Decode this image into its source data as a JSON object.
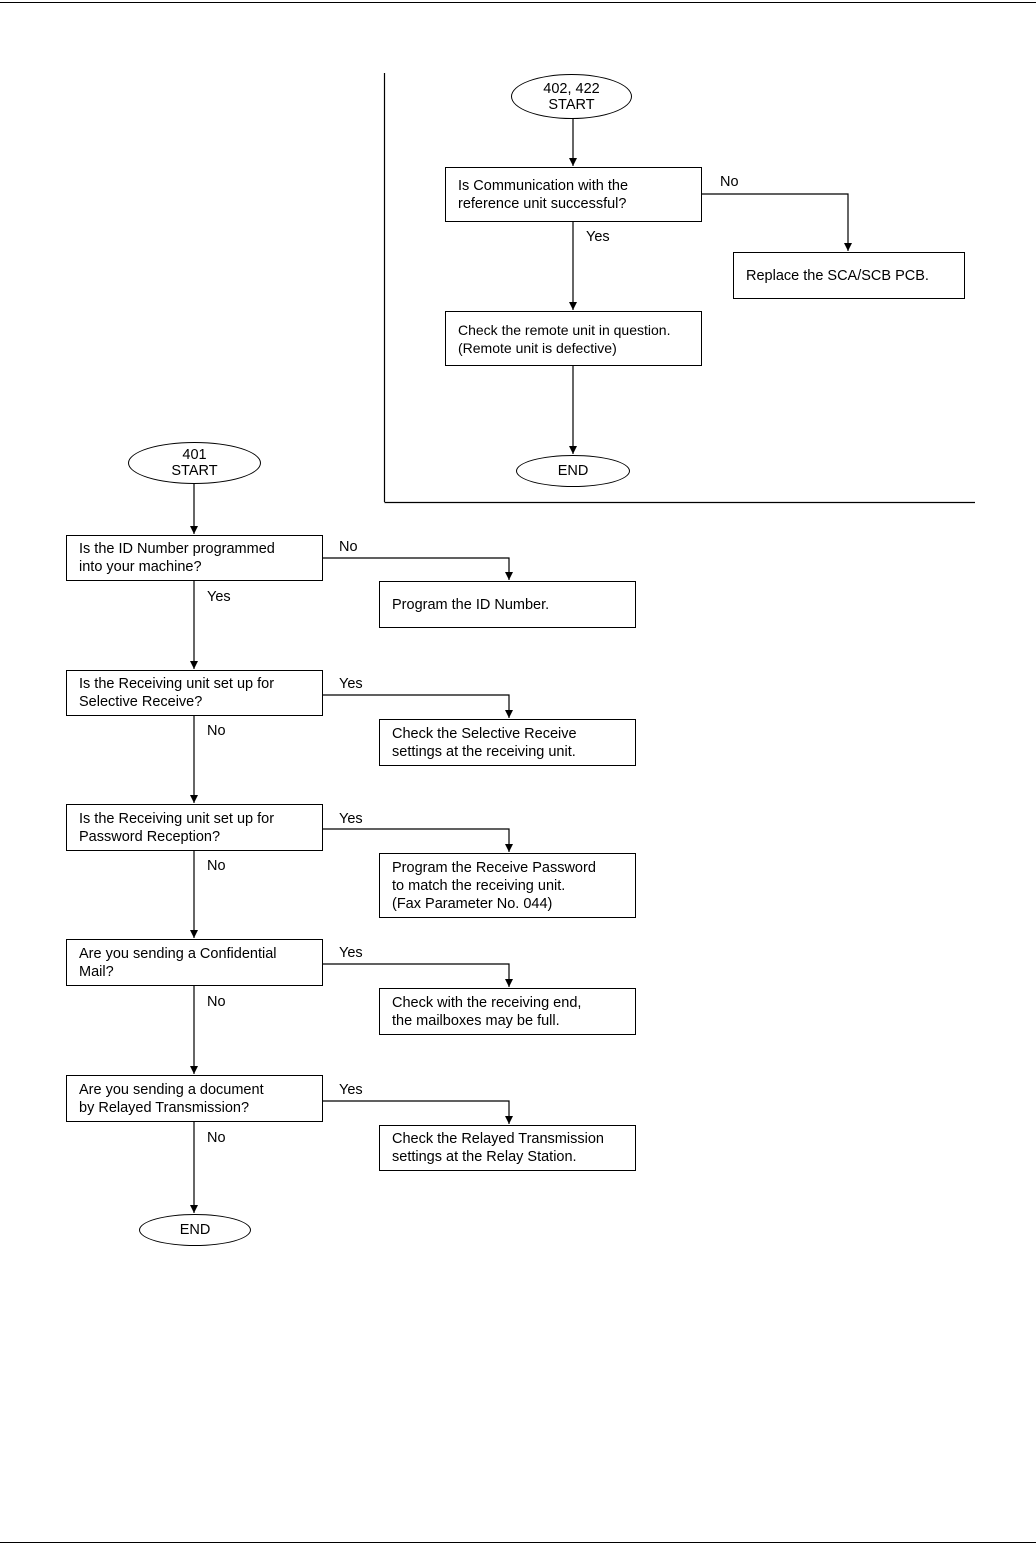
{
  "flow_a": {
    "start": [
      "402, 422",
      "START"
    ],
    "q1": [
      "Is Communication with the",
      "reference unit successful?"
    ],
    "q1_no": "No",
    "q1_yes": "Yes",
    "r1": [
      "Replace the SCA/SCB PCB."
    ],
    "r2": [
      "Check the remote unit in question.",
      "(Remote unit is defective)"
    ],
    "end": "END"
  },
  "flow_b": {
    "start": [
      "401",
      "START"
    ],
    "q1": [
      "Is the ID Number programmed",
      "into your machine?"
    ],
    "q1_no": "No",
    "q1_yes": "Yes",
    "r1": [
      "Program the ID Number."
    ],
    "q2": [
      "Is the Receiving unit set up for",
      "Selective Receive?"
    ],
    "q2_yes": "Yes",
    "q2_no": "No",
    "r2": [
      "Check the Selective Receive",
      "settings at the receiving unit."
    ],
    "q3": [
      "Is the Receiving unit set up for",
      "Password Reception?"
    ],
    "q3_yes": "Yes",
    "q3_no": "No",
    "r3": [
      "Program the Receive Password",
      "to match the receiving unit.",
      "(Fax Parameter No. 044)"
    ],
    "q4": [
      "Are you sending a Confidential",
      "Mail?"
    ],
    "q4_yes": "Yes",
    "q4_no": "No",
    "r4": [
      "Check with the receiving end,",
      "the mailboxes may be full."
    ],
    "q5": [
      "Are you sending a document",
      "by Relayed Transmission?"
    ],
    "q5_yes": "Yes",
    "q5_no": "No",
    "r5": [
      "Check the Relayed Transmission",
      "settings at the Relay Station."
    ],
    "end": "END"
  }
}
